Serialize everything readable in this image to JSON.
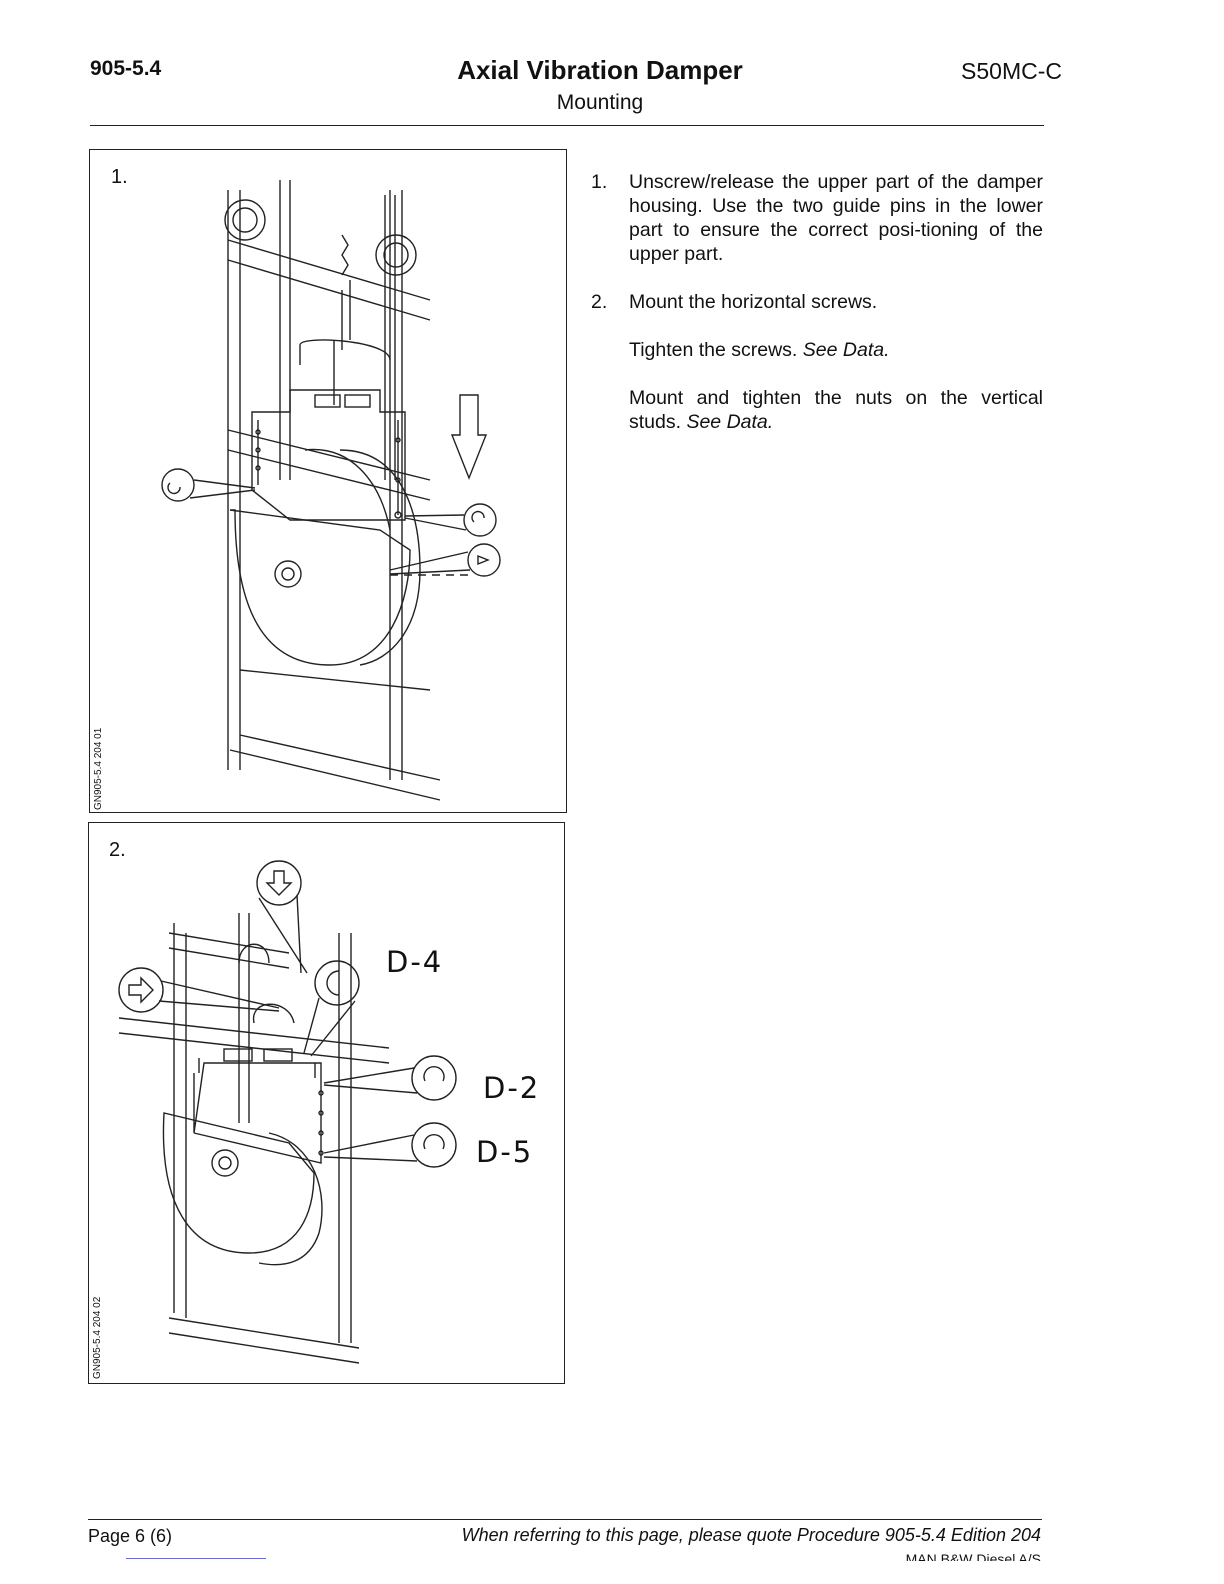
{
  "header": {
    "procedure": "905-5.4",
    "title": "Axial Vibration Damper",
    "subtitle": "Mounting",
    "engine": "S50MC-C"
  },
  "figures": [
    {
      "number": "1.",
      "code": "GN905-5.4 204 01"
    },
    {
      "number": "2.",
      "code": "GN905-5.4 204 02",
      "labels": {
        "d4": "D-4",
        "d2": "D-2",
        "d5": "D-5"
      }
    }
  ],
  "steps": [
    {
      "number": "1.",
      "text": "Unscrew/release the upper part of the damper housing. Use the two guide pins in the lower part to ensure the correct posi-tioning of the upper part."
    },
    {
      "number": "2.",
      "text": "Mount the horizontal screws."
    }
  ],
  "step2_extra": {
    "p1_text": "Tighten the screws. ",
    "p1_ref": "See Data.",
    "p2_text": "Mount and tighten the nuts on the vertical studs. ",
    "p2_ref": "See Data."
  },
  "footer": {
    "page": "Page 6 (6)",
    "reference": "When referring to this page, please quote Procedure 905-5.4 Edition 204",
    "company": "MAN B&W Diesel A/S"
  }
}
